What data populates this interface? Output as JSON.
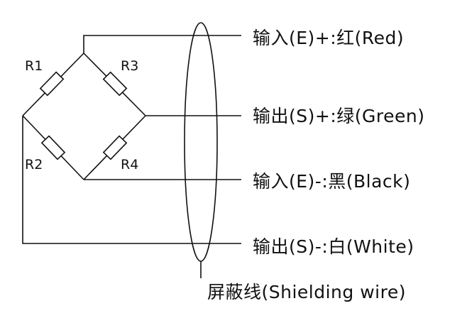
{
  "resistors": {
    "r1": "R1",
    "r2": "R2",
    "r3": "R3",
    "r4": "R4"
  },
  "wires": {
    "input_pos": "输入(E)+:红(Red)",
    "output_pos": "输出(S)+:绿(Green)",
    "input_neg": "输入(E)-:黑(Black)",
    "output_neg": "输出(S)-:白(White)"
  },
  "shield": "屏蔽线(Shielding wire)"
}
